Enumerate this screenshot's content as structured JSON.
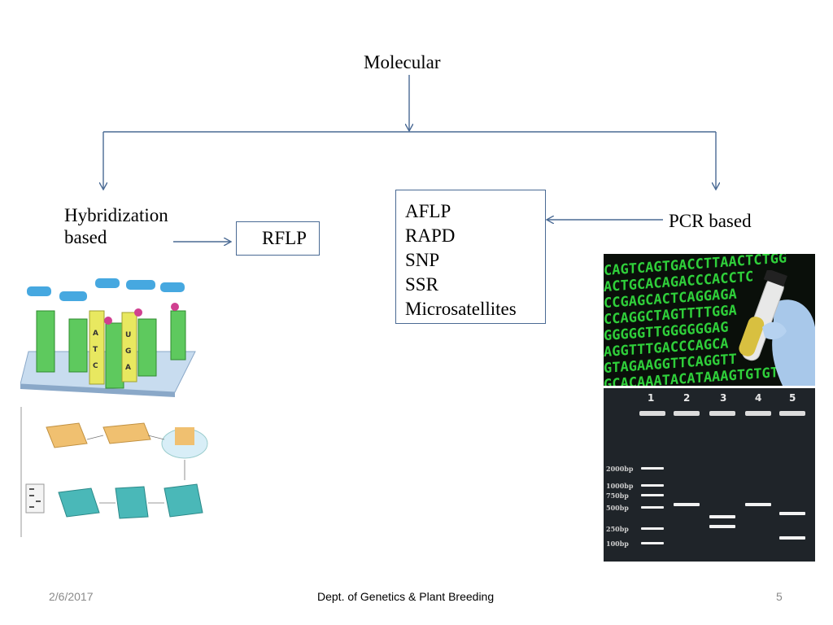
{
  "diagram": {
    "root": "Molecular",
    "left_branch": {
      "line1": "Hybridization",
      "line2": "based"
    },
    "right_branch": "PCR based",
    "left_target": "RFLP",
    "right_targets": [
      "AFLP",
      "RAPD",
      "SNP",
      "SSR",
      "Microsatellites"
    ]
  },
  "gel": {
    "lanes": [
      "1",
      "2",
      "3",
      "4",
      "5"
    ],
    "ladder": [
      "2000bp",
      "1000bp",
      "750bp",
      "500bp",
      "250bp",
      "100bp"
    ]
  },
  "dna_text": [
    "CAGTCAGTGACCTTAACTCTGG",
    "ACTGCACAGACCCACCTC",
    "CCGAGCACTCAGGAGA",
    "CCAGGCTAGTTTTGGA",
    "GGGGGTTGGGGGGAG",
    "AGGTTTGACCCAGCA",
    "GTAGAAGGTTCAGGTT",
    "GCACAAATACATAAAGTGTGTC"
  ],
  "footer": {
    "date": "2/6/2017",
    "dept": "Dept. of Genetics & Plant Breeding",
    "page": "5"
  },
  "colors": {
    "arrow": "#4a6a94",
    "gel_bg": "#1f2429",
    "dna_green": "#2fcf3a"
  }
}
